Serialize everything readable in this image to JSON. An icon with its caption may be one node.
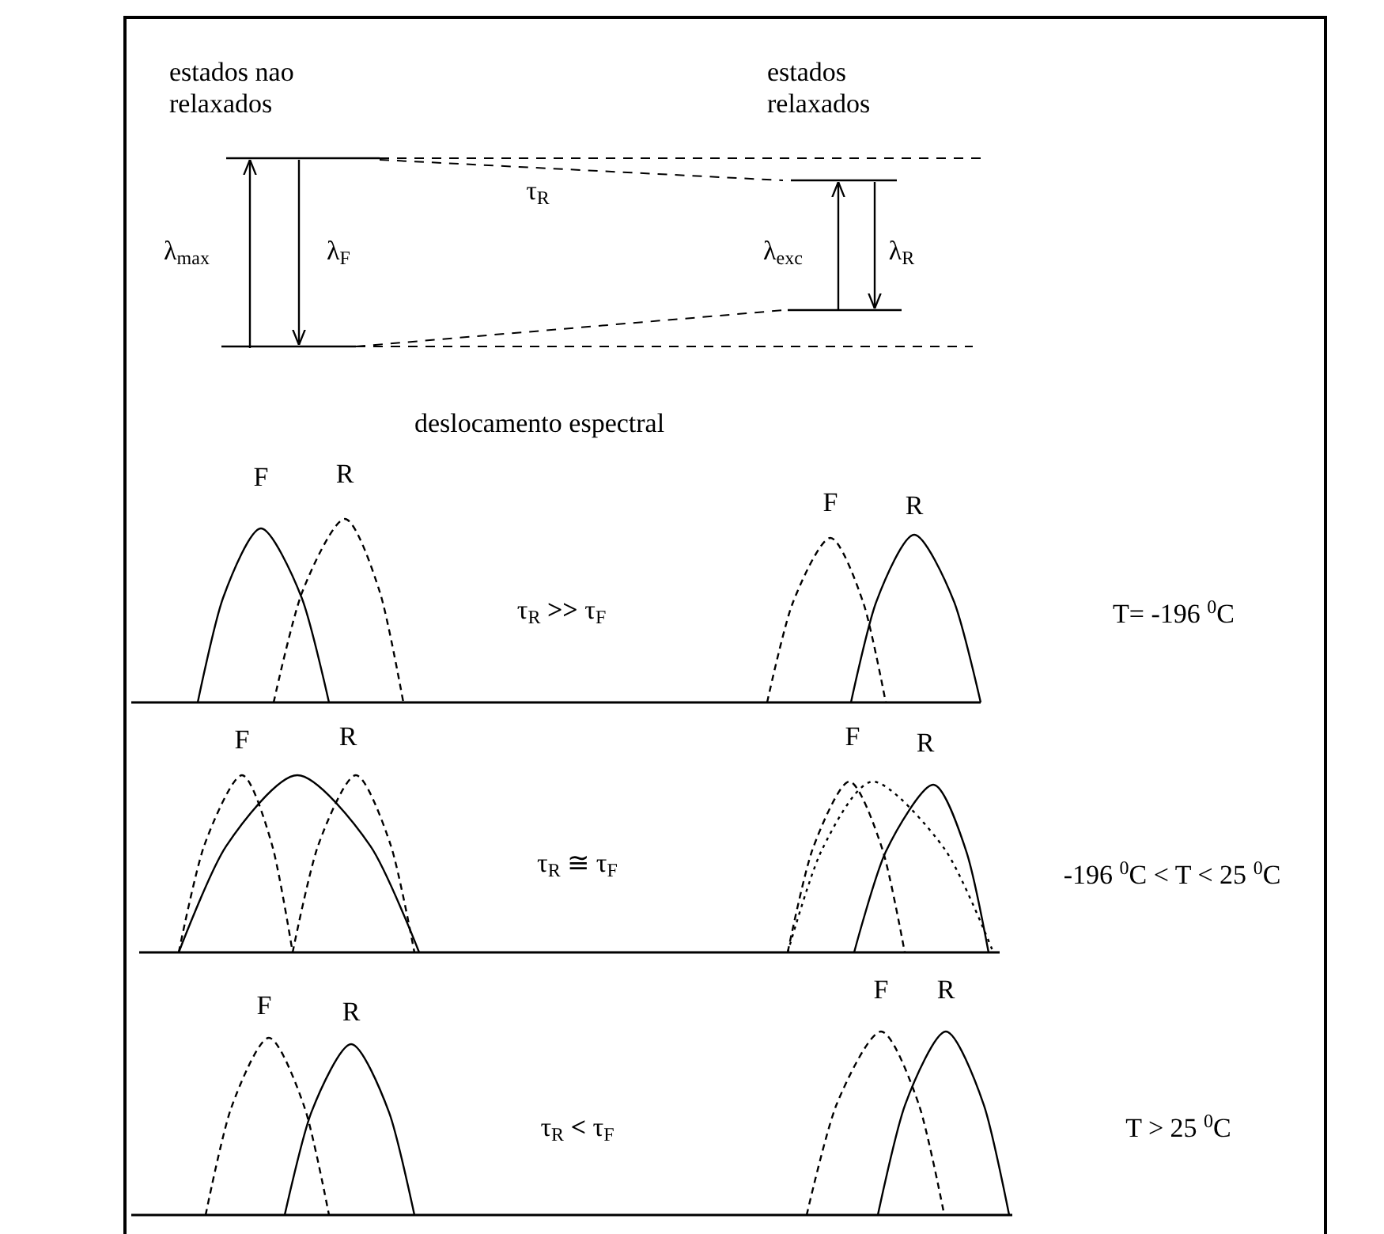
{
  "diagram": {
    "labels": [
      "estados nao relaxados",
      "estados relaxados",
      "λ$_{max}$",
      "λ$_{F}$",
      "τ$_{R}$",
      "λ$_{exc}$",
      "λ$_{R}$",
      "deslocamento espectral",
      "F",
      "R",
      "F",
      "R",
      "τ$_{R}$ **>>** τ$_{F}$",
      "T= -196 $^{0}$C",
      "F",
      "R",
      "F",
      "R",
      "τ$_{R}$  ≅  τ$_{F}$",
      "-196 $^{0}$C < T < 25 $^{0}$C",
      "F",
      "R",
      "F",
      "R",
      "τ$_{R}$ **<**  τ$_{F}$",
      "T > 25 $^{0}$C"
    ]
  }
}
